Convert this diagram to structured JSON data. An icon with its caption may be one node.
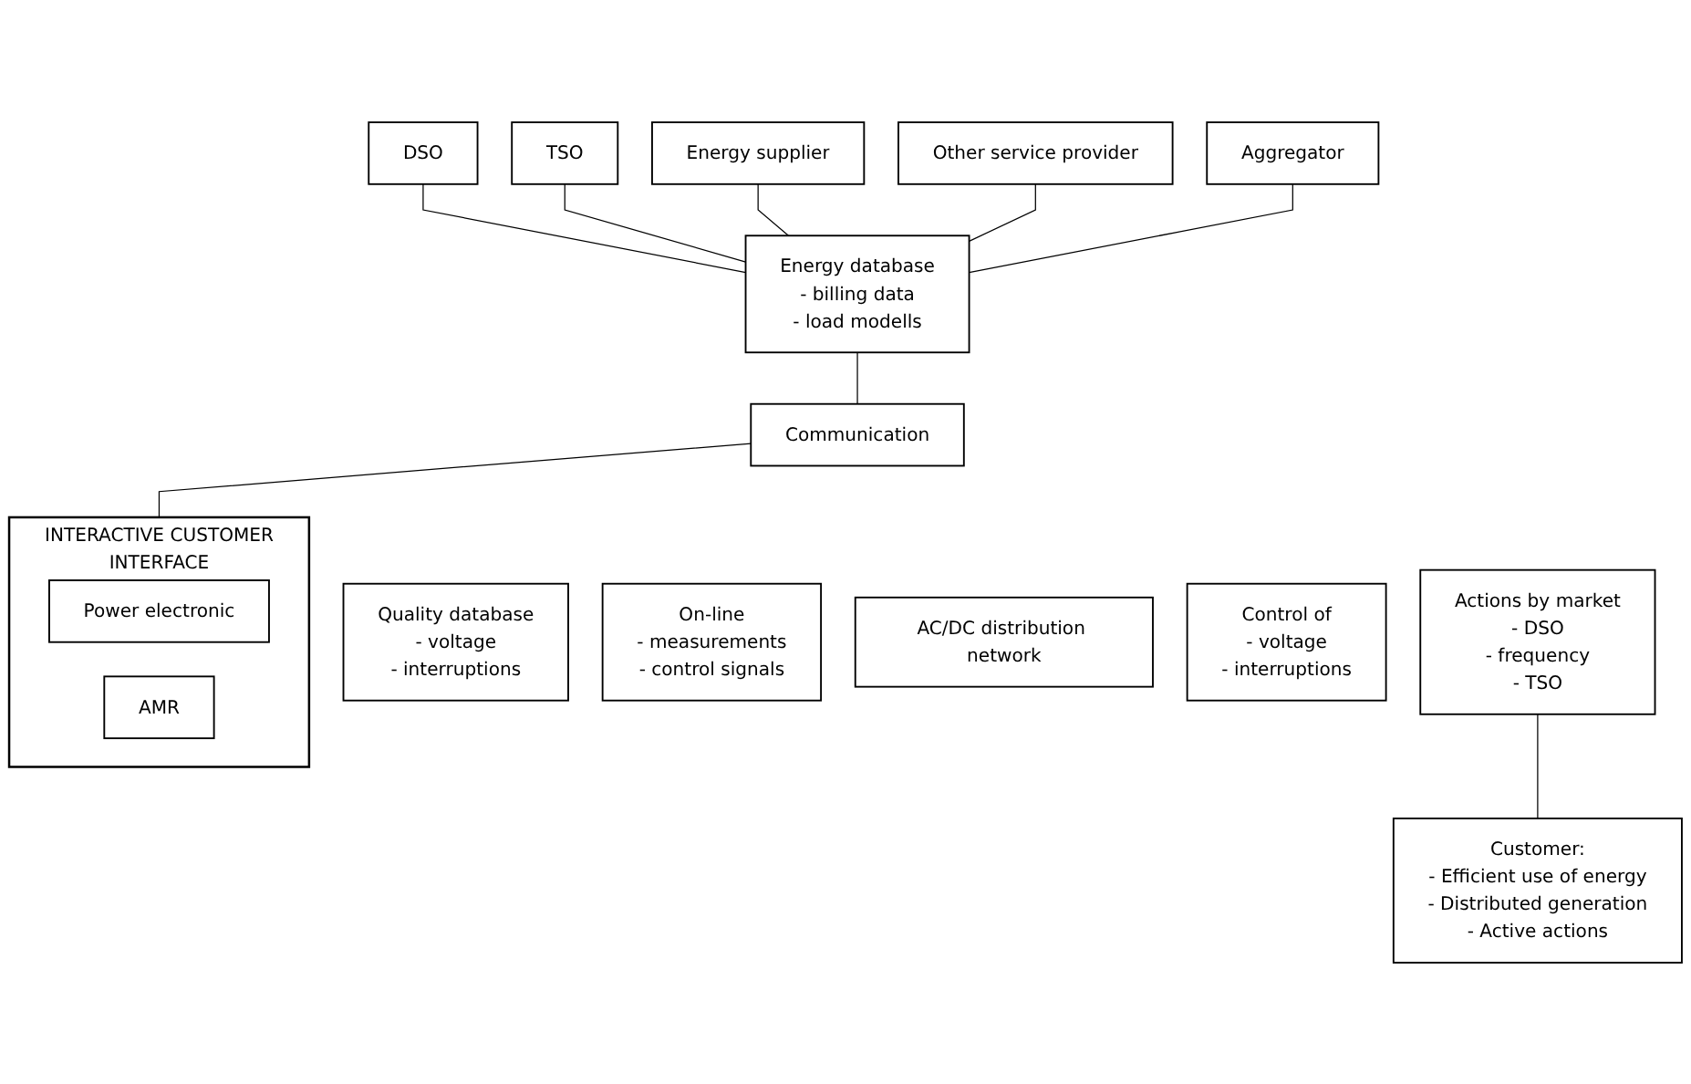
{
  "diagram": {
    "nodes": [
      {
        "text": [
          "DSO"
        ]
      },
      {
        "text": [
          "TSO"
        ]
      },
      {
        "text": [
          "Energy supplier"
        ]
      },
      {
        "text": [
          "Other service provider"
        ]
      },
      {
        "text": [
          "Aggregator"
        ]
      },
      {
        "text": [
          "Quality database",
          "- voltage",
          "- interruptions"
        ]
      },
      {
        "text": [
          "Energy database",
          "- billing data",
          "- load modells"
        ]
      },
      {
        "text": [
          "On-line",
          "- measurements",
          "- control signals"
        ]
      },
      {
        "text": [
          "Communication"
        ]
      },
      {
        "text": [
          "AC/DC distribution network"
        ]
      },
      {
        "text": [
          "Control of",
          "- voltage",
          "- interruptions"
        ]
      },
      {
        "text": [
          "INTERACTIVE CUSTOMER",
          "INTERFACE"
        ]
      },
      {
        "text": [
          "Power electronic"
        ],
        "in": 11
      },
      {
        "text": [
          "AMR"
        ],
        "in": 11
      },
      {
        "text": [
          "Actions by market",
          "- DSO",
          "- frequency",
          "- TSO"
        ]
      },
      {
        "text": [
          "Customer:",
          "- Efficient use of energy",
          "- Distributed generation",
          "- Active actions"
        ]
      }
    ],
    "edges": [
      {
        "from": 0,
        "to": 6,
        "arrow": "none"
      },
      {
        "from": 1,
        "to": 6,
        "arrow": "none"
      },
      {
        "from": 2,
        "to": 6,
        "arrow": "none"
      },
      {
        "from": 3,
        "to": 6,
        "arrow": "none"
      },
      {
        "from": 4,
        "to": 6,
        "arrow": "none"
      },
      {
        "from": 6,
        "to": 8,
        "arrow": "none"
      },
      {
        "from": 8,
        "to": 11,
        "arrow": "none"
      },
      {
        "from": 14,
        "to": 15,
        "arrow": "none"
      }
    ]
  }
}
